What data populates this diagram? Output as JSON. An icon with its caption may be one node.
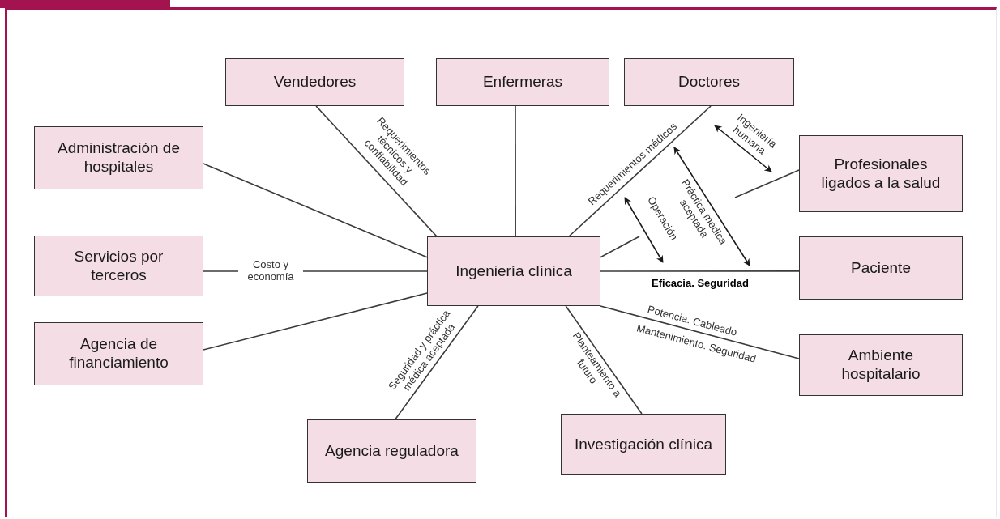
{
  "diagram": {
    "nodes": [
      {
        "text": [
          "Ingeniería clínica"
        ]
      },
      {
        "text": [
          "Vendedores"
        ]
      },
      {
        "text": [
          "Enfermeras"
        ]
      },
      {
        "text": [
          "Doctores"
        ]
      },
      {
        "text": [
          "Administración de hospitales"
        ]
      },
      {
        "text": [
          "Servicios por terceros"
        ]
      },
      {
        "text": [
          "Agencia de financiamiento"
        ]
      },
      {
        "text": [
          "Profesionales ligados a la salud"
        ]
      },
      {
        "text": [
          "Paciente"
        ]
      },
      {
        "text": [
          "Ambiente hospitalario"
        ]
      },
      {
        "text": [
          "Agencia reguladora"
        ]
      },
      {
        "text": [
          "Investigación clínica"
        ]
      }
    ],
    "edges": [
      {
        "from": 1,
        "to": 0,
        "arrow": "none",
        "label": "Requerimientos técnicos y confiabilidad"
      },
      {
        "from": 2,
        "to": 0,
        "arrow": "none"
      },
      {
        "from": 3,
        "to": 0,
        "arrow": "none",
        "label": "Requerimientos médicos"
      },
      {
        "from": 4,
        "to": 0,
        "arrow": "none"
      },
      {
        "from": 5,
        "to": 0,
        "arrow": "none",
        "label": "Costo y economía"
      },
      {
        "from": 6,
        "to": 0,
        "arrow": "none"
      },
      {
        "from": 7,
        "to": null,
        "arrow": "none"
      },
      {
        "from": 0,
        "to": null,
        "arrow": "none"
      },
      {
        "from": 0,
        "to": 8,
        "arrow": "none",
        "label": "Eficacia. Seguridad"
      },
      {
        "from": 0,
        "to": 9,
        "arrow": "none",
        "label": "Potencia. Cableado"
      },
      {
        "from": 10,
        "to": 0,
        "arrow": "none",
        "label": "Seguridad y práctica médica aceptada"
      },
      {
        "from": 11,
        "to": 0,
        "arrow": "none",
        "label": "Planteamiento a futuro"
      }
    ],
    "labels": [
      "Ingeniería humana",
      "Práctica médica aceptada",
      "Operación",
      "Mantenimiento. Seguridad"
    ]
  }
}
